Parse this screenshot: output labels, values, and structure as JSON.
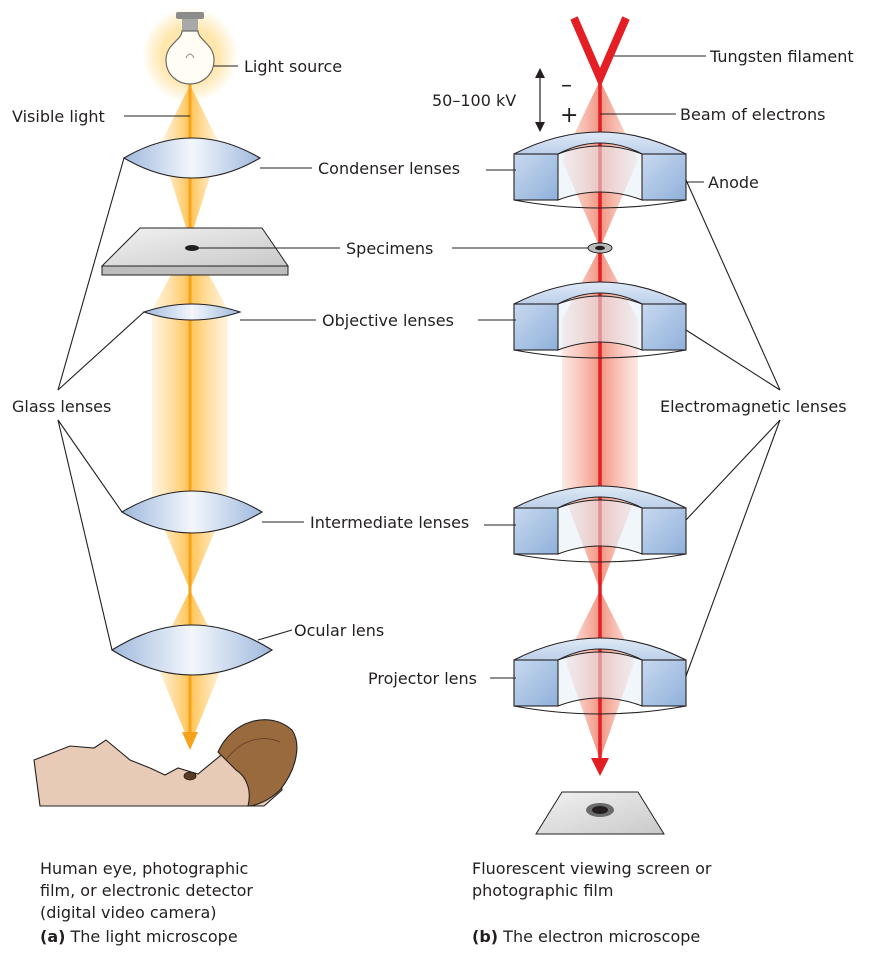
{
  "light_microscope": {
    "labels": {
      "light_source": "Light source",
      "visible_light": "Visible light",
      "condenser": "Condenser lenses",
      "specimens": "Specimens",
      "objective": "Objective lenses",
      "glass_lenses": "Glass lenses",
      "intermediate": "Intermediate lenses",
      "ocular": "Ocular lens"
    },
    "detector_caption": [
      "Human eye, photographic",
      "film, or electronic detector",
      "(digital video camera)"
    ],
    "caption_letter": "(a)",
    "caption_title": "The light microscope"
  },
  "electron_microscope": {
    "labels": {
      "filament": "Tungsten filament",
      "voltage": "50–100 kV",
      "minus": "–",
      "plus": "+",
      "beam": "Beam of electrons",
      "anode": "Anode",
      "electromagnetic": "Electromagnetic lenses",
      "projector": "Projector lens"
    },
    "screen_caption": [
      "Fluorescent viewing screen or",
      "photographic film"
    ],
    "caption_letter": "(b)",
    "caption_title": "The electron microscope"
  },
  "colors": {
    "light_beam": "#f7a21b",
    "electron_beam": "#e31e24",
    "lens_blue": "#a9c4e6"
  }
}
